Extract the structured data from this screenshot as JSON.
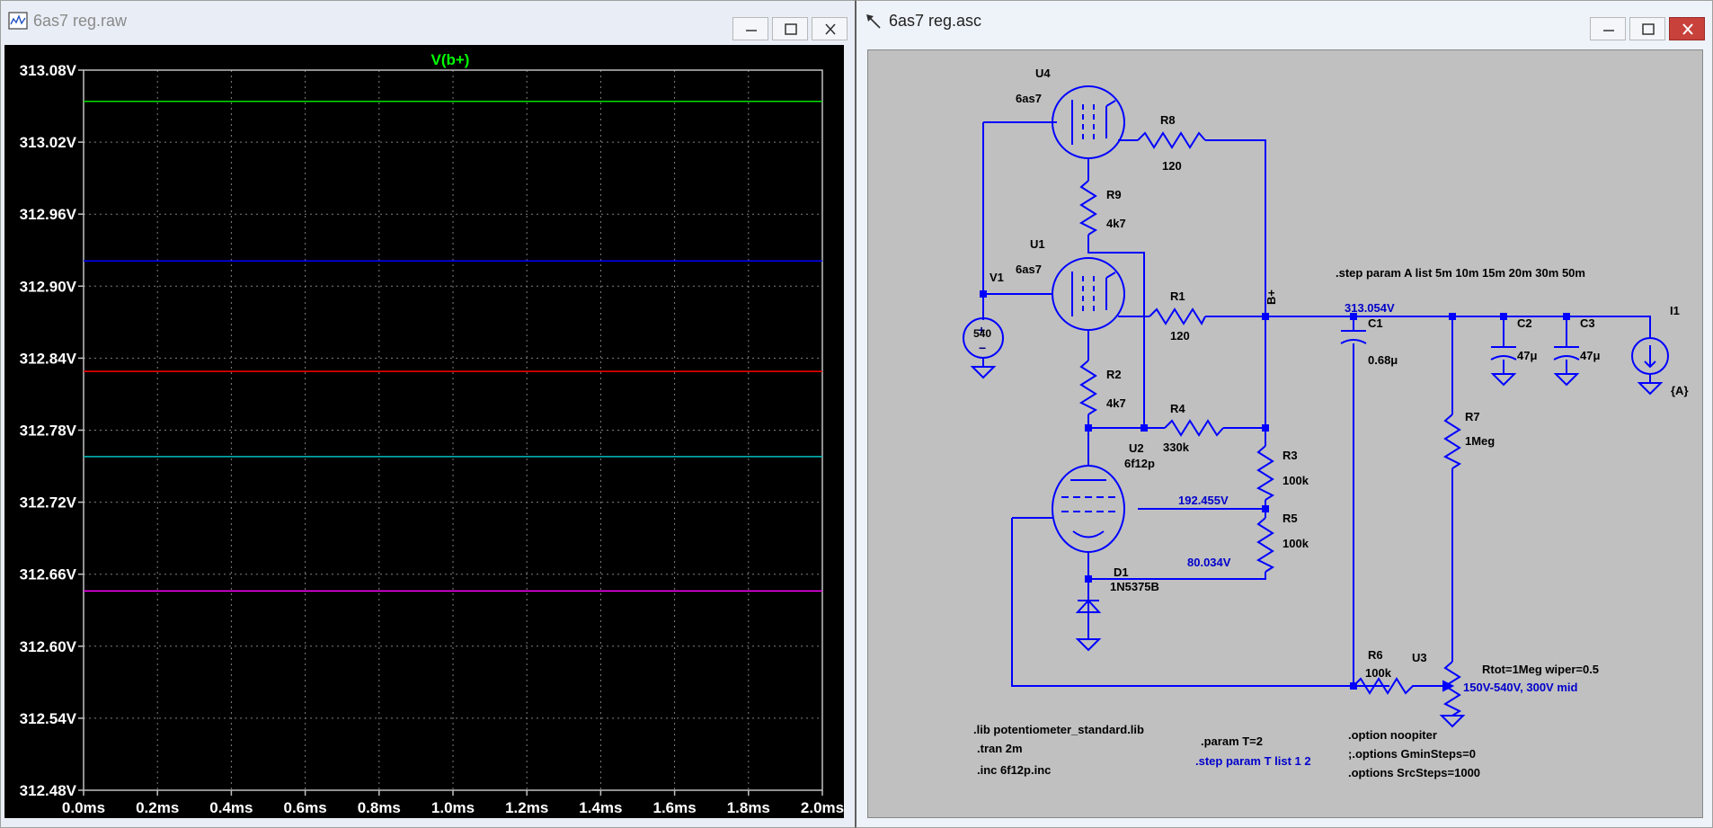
{
  "plot_window": {
    "title": "6as7 reg.raw",
    "icon": "waveform-icon",
    "trace_label": "V(b+)",
    "trace_label_color": "#00ff00"
  },
  "schematic_window": {
    "title": "6as7 reg.asc",
    "icon": "schematic-cursor-icon",
    "wire_color": "#0000ff",
    "node_color": "#0000ff",
    "background_color": "#c0c0c0",
    "annotation_color": "#0000cc"
  },
  "chart_data": {
    "type": "line",
    "title": "V(b+)",
    "xlabel": "",
    "ylabel": "",
    "x_unit": "ms",
    "xlim": [
      0.0,
      2.0
    ],
    "ylim": [
      312.48,
      313.08
    ],
    "grid": true,
    "grid_color": "#808080",
    "x_ticks": [
      "0.0ms",
      "0.2ms",
      "0.4ms",
      "0.6ms",
      "0.8ms",
      "1.0ms",
      "1.2ms",
      "1.4ms",
      "1.6ms",
      "1.8ms",
      "2.0ms"
    ],
    "x_tick_values": [
      0.0,
      0.2,
      0.4,
      0.6,
      0.8,
      1.0,
      1.2,
      1.4,
      1.6,
      1.8,
      2.0
    ],
    "y_ticks": [
      "313.08V",
      "313.02V",
      "312.96V",
      "312.90V",
      "312.84V",
      "312.78V",
      "312.72V",
      "312.66V",
      "312.60V",
      "312.54V",
      "312.48V"
    ],
    "y_tick_values": [
      313.08,
      313.02,
      312.96,
      312.9,
      312.84,
      312.78,
      312.72,
      312.66,
      312.6,
      312.54,
      312.48
    ],
    "series": [
      {
        "color": "#00e000",
        "x": [
          0.0,
          2.0
        ],
        "y": [
          313.054,
          313.054
        ]
      },
      {
        "color": "#0000ff",
        "x": [
          0.0,
          2.0
        ],
        "y": [
          312.921,
          312.921
        ]
      },
      {
        "color": "#ff0000",
        "x": [
          0.0,
          2.0
        ],
        "y": [
          312.829,
          312.829
        ]
      },
      {
        "color": "#00c0c0",
        "x": [
          0.0,
          2.0
        ],
        "y": [
          312.758,
          312.758
        ]
      },
      {
        "color": "#ff00ff",
        "x": [
          0.0,
          2.0
        ],
        "y": [
          312.646,
          312.646
        ]
      }
    ]
  },
  "schematic": {
    "components": {
      "U4": {
        "ref": "U4",
        "value": "6as7"
      },
      "U1": {
        "ref": "U1",
        "value": "6as7"
      },
      "R8": {
        "ref": "R8",
        "value": "120"
      },
      "R9": {
        "ref": "R9",
        "value": "4k7"
      },
      "R1": {
        "ref": "R1",
        "value": "120"
      },
      "R2": {
        "ref": "R2",
        "value": "4k7"
      },
      "R4": {
        "ref": "R4",
        "value": "330k"
      },
      "R3": {
        "ref": "R3",
        "value": "100k"
      },
      "R5": {
        "ref": "R5",
        "value": "100k"
      },
      "R6": {
        "ref": "R6",
        "value": "100k"
      },
      "R7": {
        "ref": "R7",
        "value": "1Meg"
      },
      "V1": {
        "ref": "V1",
        "value": "540"
      },
      "C1": {
        "ref": "C1",
        "value": "0.68μ"
      },
      "C2": {
        "ref": "C2",
        "value": "47μ"
      },
      "C3": {
        "ref": "C3",
        "value": "47μ"
      },
      "I1": {
        "ref": "I1",
        "value": "{A}"
      },
      "U2": {
        "ref": "U2",
        "value": "6f12p"
      },
      "D1": {
        "ref": "D1",
        "value": "1N5375B"
      },
      "U3": {
        "ref": "U3",
        "value": "Rtot=1Meg wiper=0.5"
      }
    },
    "net_label_bplus": "B+",
    "voltages": {
      "bplus": "313.054V",
      "grid": "192.455V",
      "cathode": "80.034V"
    },
    "pot_comment": "150V-540V, 300V mid",
    "directives": {
      "step_a": ".step param A list 5m 10m 15m 20m 30m 50m",
      "lib": ".lib potentiometer_standard.lib",
      "tran": ".tran 2m",
      "inc": ".inc 6f12p.inc",
      "param_t": ".param T=2",
      "step_t": ".step param T list 1 2",
      "noopiter": ".option noopiter",
      "gmin": ";.options GminSteps=0",
      "srcsteps": ".options SrcSteps=1000"
    }
  }
}
